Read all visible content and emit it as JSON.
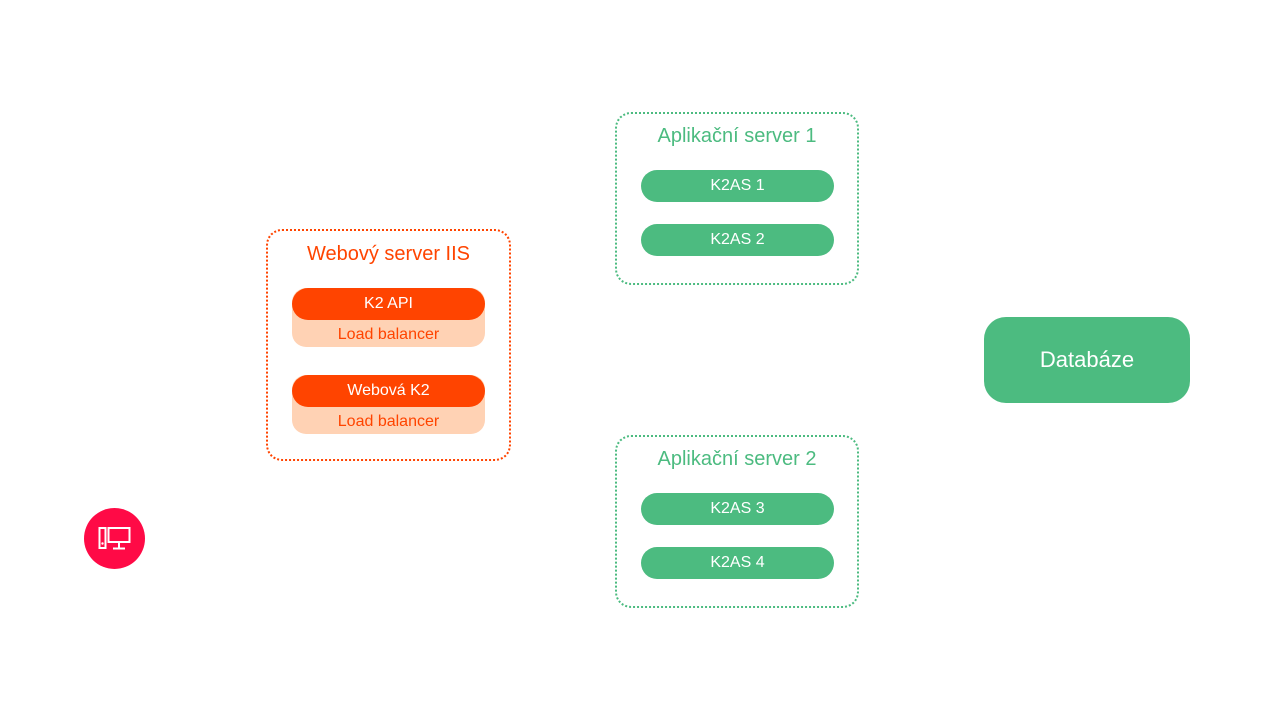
{
  "colors": {
    "web_accent": "#ff4400",
    "web_light": "#ffd2b4",
    "app_accent": "#4cbb80",
    "client_accent": "#ff0a46",
    "white": "#ffffff"
  },
  "client": {
    "icon": "desktop-computer-icon"
  },
  "web_server": {
    "title": "Webový server IIS",
    "services": [
      {
        "label": "K2 API",
        "sublabel": "Load balancer"
      },
      {
        "label": "Webová K2",
        "sublabel": "Load balancer"
      }
    ]
  },
  "app_servers": [
    {
      "title": "Aplikační server 1",
      "instances": [
        "K2AS 1",
        "K2AS 2"
      ]
    },
    {
      "title": "Aplikační server 2",
      "instances": [
        "K2AS 3",
        "K2AS 4"
      ]
    }
  ],
  "database": {
    "label": "Databáze"
  }
}
